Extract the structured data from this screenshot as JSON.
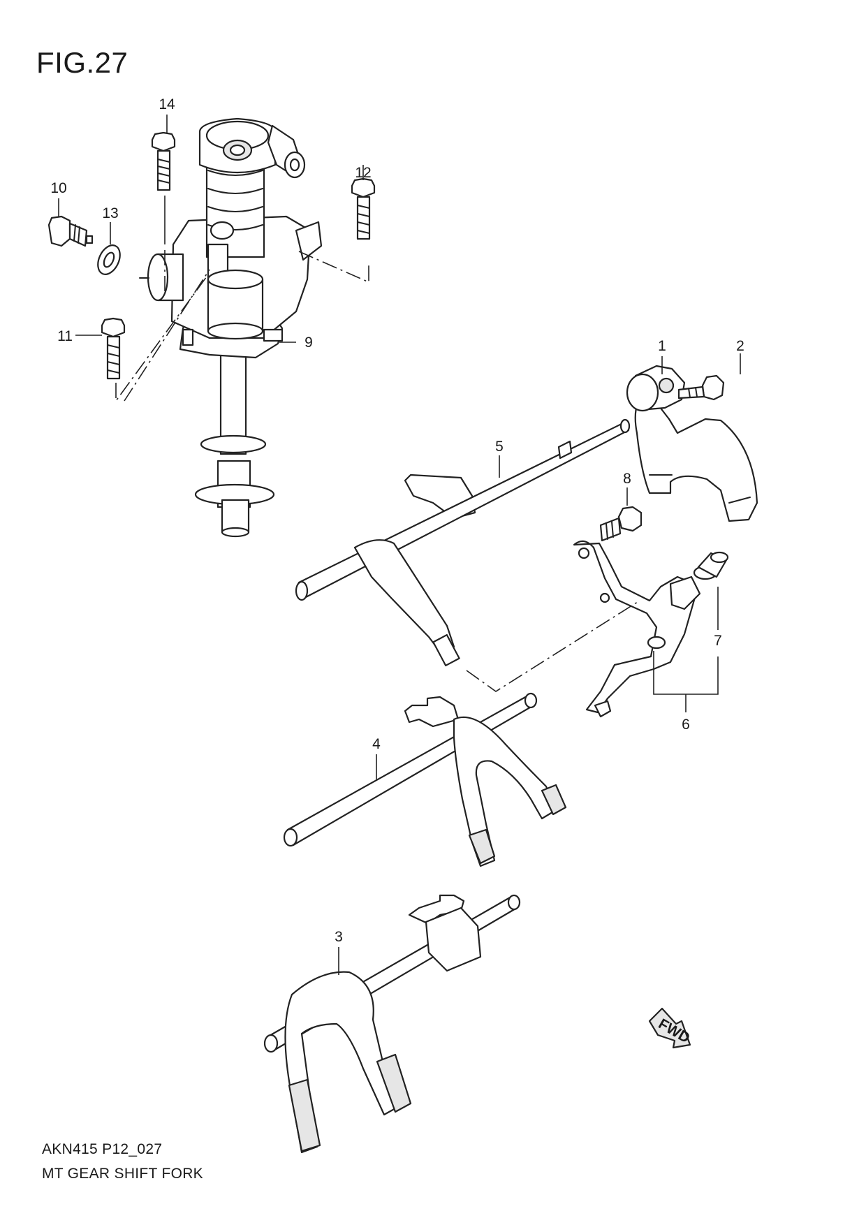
{
  "figure": {
    "title": "FIG.27",
    "drawing_code": "AKN415 P12_027",
    "drawing_name": "MT GEAR SHIFT FORK"
  },
  "callouts": [
    "1",
    "2",
    "3",
    "4",
    "5",
    "6",
    "7",
    "8",
    "9",
    "10",
    "11",
    "12",
    "13",
    "14"
  ],
  "fwd_label": "FWD"
}
